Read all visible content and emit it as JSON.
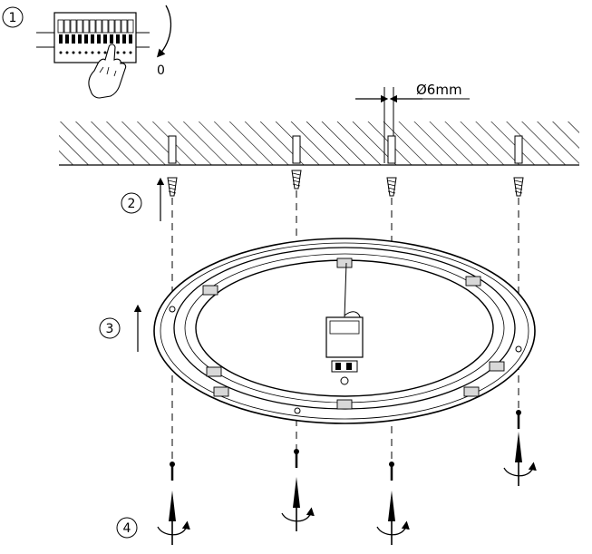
{
  "steps": {
    "step1": "1",
    "step2": "2",
    "step3": "3",
    "step4": "4"
  },
  "breaker_position": "0",
  "drill_diameter": "Ø6mm",
  "icons": {
    "breaker": "circuit-breaker-panel-icon",
    "hand": "hand-icon",
    "ceiling": "hatched-ceiling",
    "plug": "wall-plug-icon",
    "screw": "screw-icon",
    "rotate": "screwdriver-rotate-icon",
    "fixture": "ceiling-light-mounting-ring"
  },
  "colors": {
    "line": "#000000",
    "background": "#ffffff",
    "shade": "#d8d8d8"
  }
}
